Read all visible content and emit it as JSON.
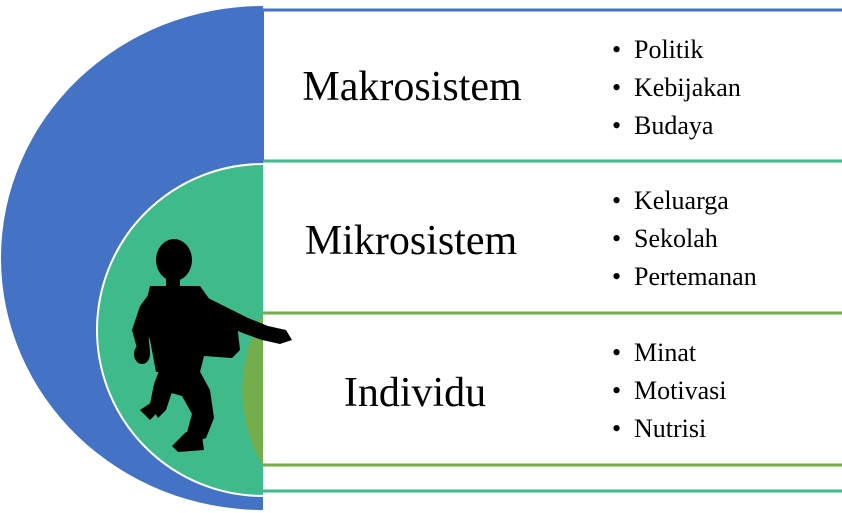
{
  "colors": {
    "outer_arc": "#4472c4",
    "middle_arc": "#3fba8a",
    "inner_arc": "#74ad4b",
    "top_divider": "#4472c4",
    "middle_divider": "#3fba8a",
    "bottom_divider": "#74ad4b",
    "silhouette": "#000000"
  },
  "levels": [
    {
      "title": "Makrosistem",
      "items": [
        "Politik",
        "Kebijakan",
        "Budaya"
      ]
    },
    {
      "title": "Mikrosistem",
      "items": [
        "Keluarga",
        "Sekolah",
        "Pertemanan"
      ]
    },
    {
      "title": "Individu",
      "items": [
        "Minat",
        "Motivasi",
        "Nutrisi"
      ]
    }
  ],
  "bullet_symbol": "•",
  "silhouette_icon": "running-child-silhouette"
}
